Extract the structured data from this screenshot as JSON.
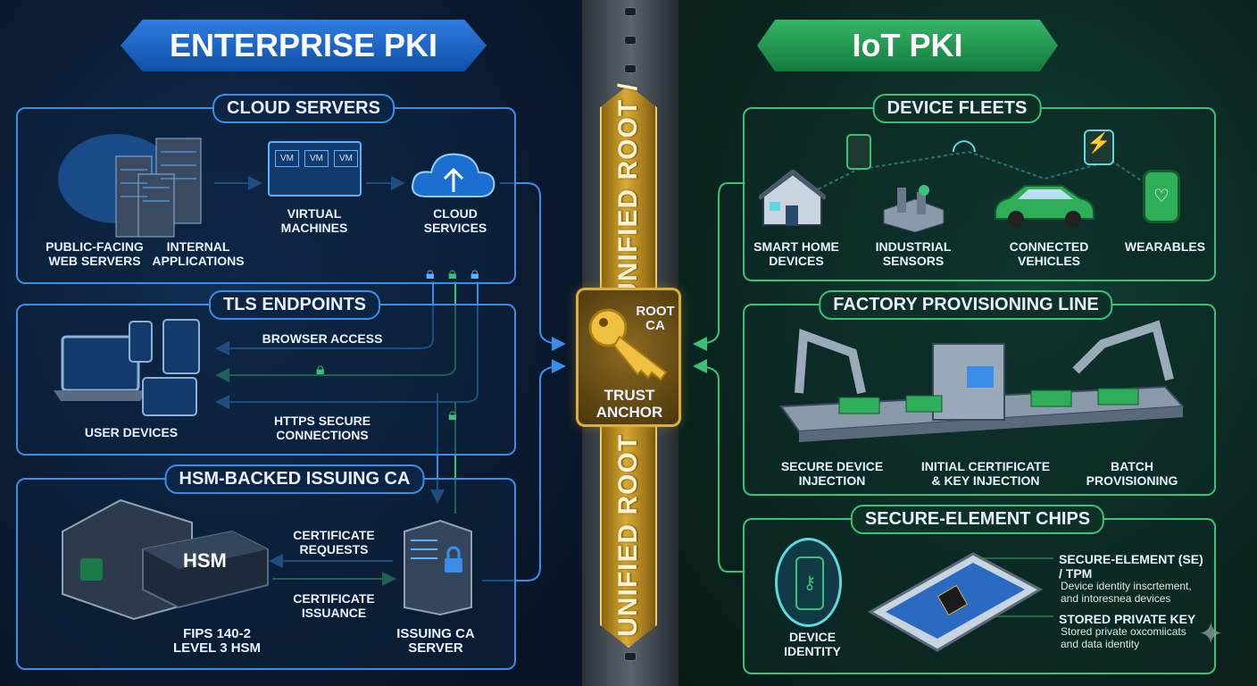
{
  "left": {
    "title": "ENTERPRISE PKI",
    "cloud_servers": {
      "heading": "CLOUD SERVERS",
      "public": "PUBLIC-FACING\nWEB SERVERS",
      "internal": "INTERNAL\nAPPLICATIONS",
      "vm_labels": [
        "VM",
        "VM",
        "VM"
      ],
      "virtual": "VIRTUAL\nMACHINES",
      "cloud": "CLOUD\nSERVICES"
    },
    "tls": {
      "heading": "TLS ENDPOINTS",
      "user_devices": "USER DEVICES",
      "browser": "BROWSER ACCESS",
      "https": "HTTPS SECURE\nCONNECTIONS"
    },
    "hsm": {
      "heading": "HSM-BACKED ISSUING CA",
      "hsm_label": "HSM",
      "fips": "FIPS 140-2\nLEVEL 3 HSM",
      "requests": "CERTIFICATE\nREQUESTS",
      "issuance": "CERTIFICATE\nISSUANCE",
      "server": "ISSUING CA\nSERVER"
    }
  },
  "center": {
    "banner_text": "UNIFIED ROOT /",
    "root_ca": "ROOT\nCA",
    "trust_anchor": "TRUST\nANCHOR"
  },
  "right": {
    "title": "IoT PKI",
    "fleets": {
      "heading": "DEVICE FLEETS",
      "smart_home": "SMART HOME\nDEVICES",
      "industrial": "INDUSTRIAL\nSENSORS",
      "vehicles": "CONNECTED\nVEHICLES",
      "wearables": "WEARABLES"
    },
    "factory": {
      "heading": "FACTORY PROVISIONING LINE",
      "secure_injection": "SECURE DEVICE\nINJECTION",
      "initial_cert": "INITIAL CERTIFICATE\n& KEY INJECTION",
      "batch": "BATCH\nPROVISIONING"
    },
    "chips": {
      "heading": "SECURE-ELEMENT CHIPS",
      "device_identity": "DEVICE\nIDENTITY",
      "se_title": "SECURE-ELEMENT (SE)\n/ TPM",
      "se_desc": "Device identity inscrtement,\nand intoresnea devices",
      "key_title": "STORED PRIVATE KEY",
      "key_desc": "Stored private oxcomiicats\nand data identity"
    }
  },
  "colors": {
    "enterprise": "#3a8ee8",
    "iot": "#3cc277",
    "gold": "#d9ad3e"
  }
}
